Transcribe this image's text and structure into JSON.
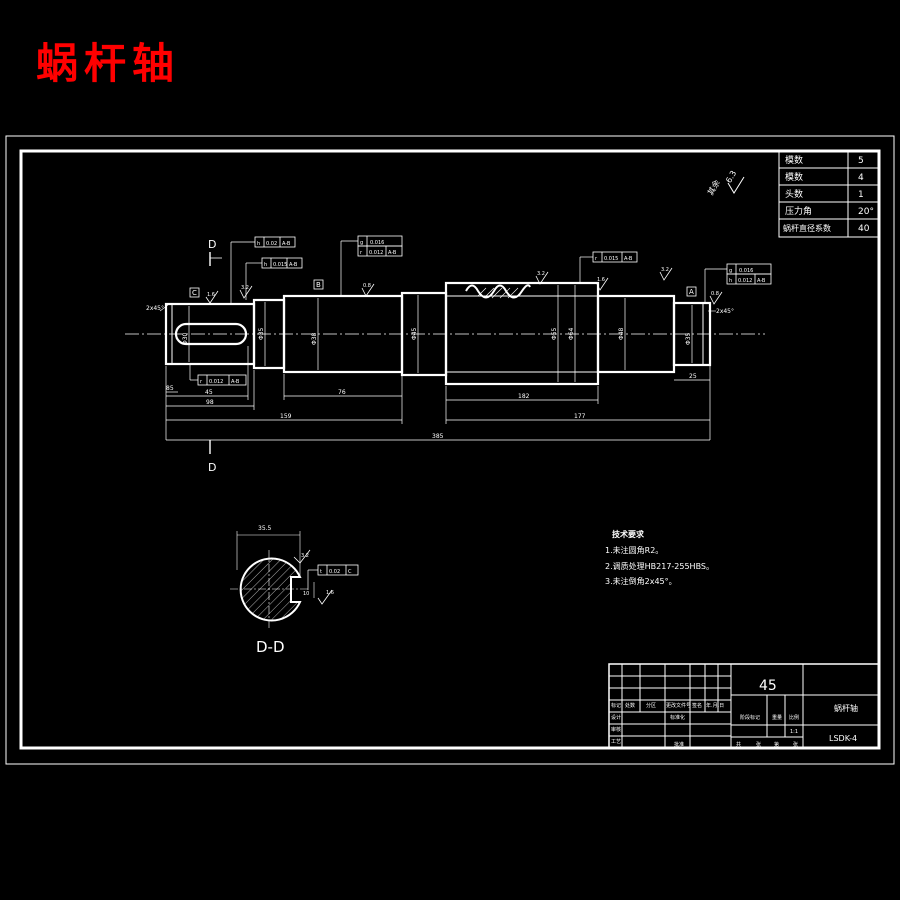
{
  "header": {
    "title": "蜗杆轴"
  },
  "params": [
    {
      "label": "模数",
      "value": "5"
    },
    {
      "label": "模数",
      "value": "4"
    },
    {
      "label": "头数",
      "value": "1"
    },
    {
      "label": "压力角",
      "value": "20°"
    },
    {
      "label": "蜗杆直径系数",
      "value": "40"
    }
  ],
  "roughness_note": {
    "label": "其余",
    "value": "6.3"
  },
  "section": {
    "label": "D-D",
    "cut_label": "D"
  },
  "datums": {
    "a": "A",
    "b": "B",
    "c": "C"
  },
  "tolerances": {
    "t1": [
      "h",
      "0.02",
      "A-B"
    ],
    "t2": [
      "h",
      "0.015",
      "A-B"
    ],
    "t3": [
      "g",
      "0.016"
    ],
    "t4": [
      "r",
      "0.012",
      "A-B"
    ],
    "t5": [
      "r",
      "0.015",
      "A-B"
    ],
    "t6": [
      "g",
      "0.016"
    ],
    "t7": [
      "h",
      "0.012",
      "A-B"
    ],
    "t8": [
      "r",
      "0.012",
      "A-B"
    ],
    "t9": [
      "t",
      "0.02",
      "C"
    ]
  },
  "dimensions": {
    "d1": "85",
    "d2": "45",
    "d3": "98",
    "d4": "76",
    "d5": "182",
    "d6": "159",
    "d7": "177",
    "d8": "25",
    "d9": "385",
    "d10": "35.5",
    "d11": "2x45°",
    "chamfer_l": "2x45°",
    "chamfer_r": "2x45°",
    "dia_a": "Φ30",
    "dia_b": "Φ35",
    "dia_c": "Φ38",
    "dia_d": "Φ45",
    "dia_e": "Φ55",
    "dia_f": "Φ48",
    "dia_g": "Φ64",
    "dia_h": "Φ35",
    "ra1": "1.6",
    "ra2": "3.2",
    "ra3": "0.8",
    "ra4": "1.6",
    "ra5": "3.2",
    "ra6": "0.8",
    "key": "10",
    "sec_ra": "3.2",
    "sec_ra2": "1.6"
  },
  "tech_req": {
    "title": "技术要求",
    "items": [
      "1.未注圆角R2。",
      "2.调质处理HB217-255HBS。",
      "3.未注倒角2x45°。"
    ]
  },
  "title_block": {
    "material": "45",
    "part_name": "蜗杆轴",
    "drawing_no": "LSDK-4",
    "scale": "1:1",
    "cells": [
      "标记",
      "处数",
      "分区",
      "更改文件号",
      "签名",
      "年.月.日",
      "设计",
      "标准化",
      "阶段标记",
      "重量",
      "比例",
      "审核",
      "工艺",
      "批准",
      "共",
      "张",
      "第",
      "张"
    ]
  }
}
